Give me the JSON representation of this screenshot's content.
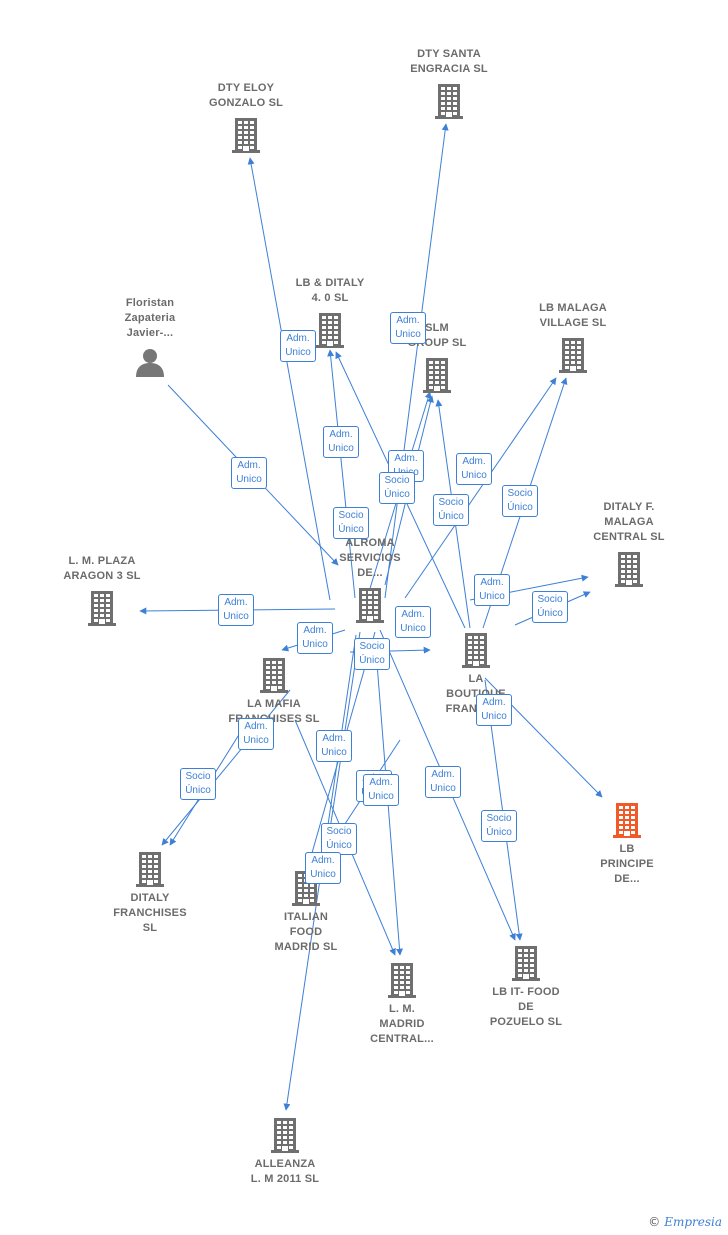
{
  "colors": {
    "edge": "#3d80d6",
    "company": "#6f6f6f",
    "highlight": "#f05a28",
    "person": "#777777"
  },
  "nodes": [
    {
      "id": "dty_eloy",
      "label": "DTY ELOY\nGONZALO  SL",
      "type": "company"
    },
    {
      "id": "dty_santa",
      "label": "DTY SANTA\nENGRACIA  SL",
      "type": "company"
    },
    {
      "id": "floristan",
      "label": "Floristan\nZapateria\nJavier-...",
      "type": "person"
    },
    {
      "id": "lb_ditaly",
      "label": "LB & DITALY\n4. 0  SL",
      "type": "company"
    },
    {
      "id": "slm_group",
      "label": "SLM\nGROUP  SL",
      "type": "company"
    },
    {
      "id": "lb_malaga",
      "label": "LB MALAGA\nVILLAGE  SL",
      "type": "company"
    },
    {
      "id": "ditaly_malaga",
      "label": "DITALY F.\nMALAGA\nCENTRAL  SL",
      "type": "company"
    },
    {
      "id": "lm_plaza",
      "label": "L. M. PLAZA\nARAGON 3  SL",
      "type": "company"
    },
    {
      "id": "alroma",
      "label": "ALROMA\nSERVICIOS\nDE...",
      "type": "company"
    },
    {
      "id": "la_mafia",
      "label": "LA MAFIA\nFRANCHISES SL",
      "type": "company"
    },
    {
      "id": "la_boutique",
      "label": "LA\nBOUTIQUE\nFRANCHI...",
      "type": "company"
    },
    {
      "id": "lb_principe",
      "label": "LB\nPRINCIPE\nDE...",
      "type": "highlight"
    },
    {
      "id": "ditaly_franchises",
      "label": "DITALY\nFRANCHISES\nSL",
      "type": "company"
    },
    {
      "id": "italian_food",
      "label": "ITALIAN\nFOOD\nMADRID  SL",
      "type": "company"
    },
    {
      "id": "lm_madrid",
      "label": "L. M.\nMADRID\nCENTRAL...",
      "type": "company"
    },
    {
      "id": "lb_it_food",
      "label": "LB IT- FOOD\nDE\nPOZUELO  SL",
      "type": "company"
    },
    {
      "id": "alleanza",
      "label": "ALLEANZA\nL.  M 2011 SL",
      "type": "company"
    }
  ],
  "edge_labels": [
    {
      "id": "e1",
      "text": "Adm.\nUnico"
    },
    {
      "id": "e2",
      "text": "Adm.\nUnico"
    },
    {
      "id": "e3",
      "text": "Adm.\nUnico"
    },
    {
      "id": "e4",
      "text": "Adm.\nUnico"
    },
    {
      "id": "e5",
      "text": "Adm.\nUnico"
    },
    {
      "id": "e6",
      "text": "Socio\nÚnico"
    },
    {
      "id": "e7",
      "text": "Socio\nÚnico"
    },
    {
      "id": "e8",
      "text": "Adm.\nUnico"
    },
    {
      "id": "e9",
      "text": "Socio\nÚnico"
    },
    {
      "id": "e10",
      "text": "Adm.\nUnico"
    },
    {
      "id": "e11",
      "text": "Socio\nÚnico"
    },
    {
      "id": "e12",
      "text": "Adm.\nUnico"
    },
    {
      "id": "e13",
      "text": "Adm.\nUnico"
    },
    {
      "id": "e14",
      "text": "Socio\nÚnico"
    },
    {
      "id": "e15",
      "text": "Adm.\nUnico"
    },
    {
      "id": "e16",
      "text": "Adm.\nUnico"
    },
    {
      "id": "e17",
      "text": "Socio\nÚnico"
    },
    {
      "id": "e18",
      "text": "Adm.\nUnico"
    },
    {
      "id": "e19",
      "text": "Adm.\nUnico"
    },
    {
      "id": "e20",
      "text": "Socio\nÚnico"
    },
    {
      "id": "e21",
      "text": "Adm.\nUnico"
    },
    {
      "id": "e22",
      "text": "Adm.\nUnico"
    },
    {
      "id": "e23",
      "text": "Adm.\nUnico"
    },
    {
      "id": "e24",
      "text": "Socio\nÚnico"
    },
    {
      "id": "e25",
      "text": "Adm.\nUnico"
    },
    {
      "id": "e26",
      "text": "Socio\nÚnico"
    },
    {
      "id": "e27",
      "text": "Adm.\nUnico"
    }
  ],
  "watermark": {
    "symbol": "©",
    "brand": "Empresia"
  }
}
